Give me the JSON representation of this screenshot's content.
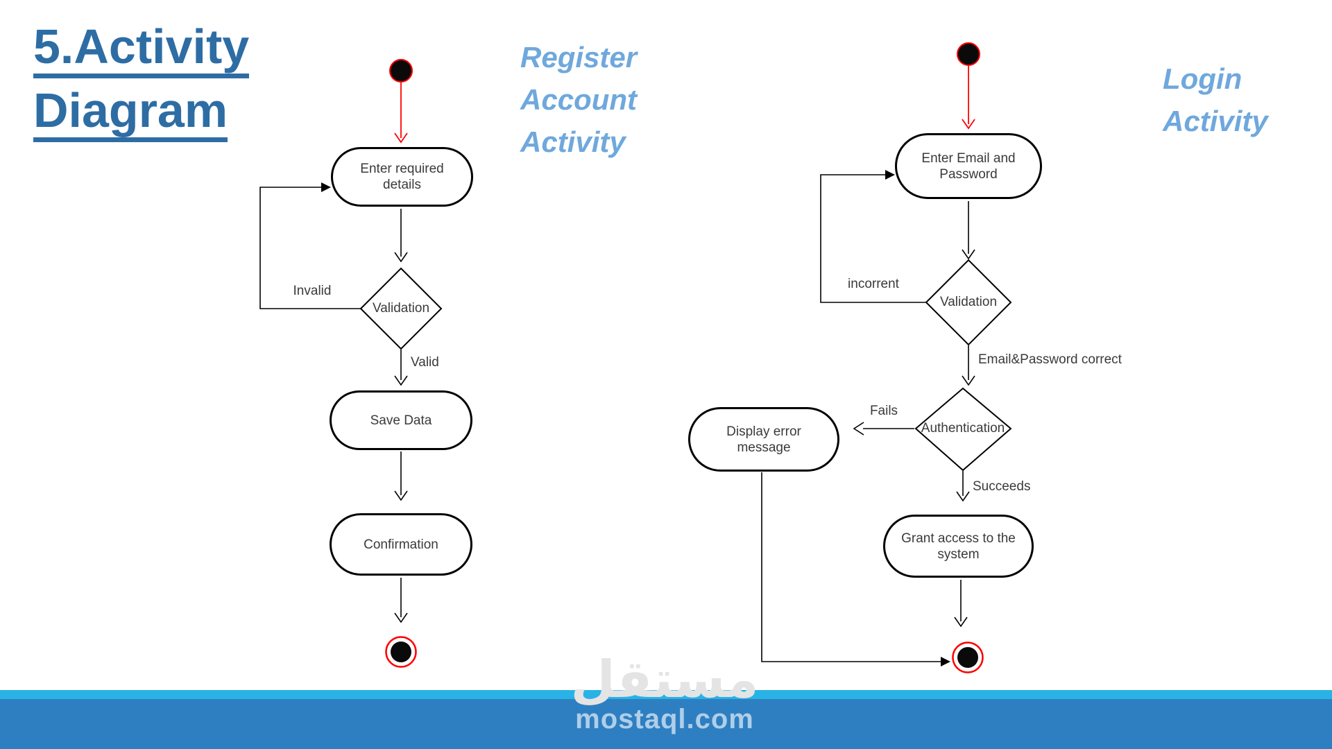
{
  "slide": {
    "title_line1": "5.Activity",
    "title_line2": "Diagram",
    "title_color": "#2E6DA4"
  },
  "headers": {
    "register": {
      "line1": "Register",
      "line2": "Account",
      "line3": "Activity"
    },
    "login": {
      "line1": "Login",
      "line2": "Activity"
    },
    "color": "#6FA8DC"
  },
  "register_diagram": {
    "nodes": {
      "enter_details": "Enter required details",
      "validation": "Validation",
      "save_data": "Save Data",
      "confirmation": "Confirmation"
    },
    "labels": {
      "invalid": "Invalid",
      "valid": "Valid"
    }
  },
  "login_diagram": {
    "nodes": {
      "enter_credentials": "Enter Email and Password",
      "validation": "Validation",
      "authentication": "Authentication",
      "display_error": "Display error message",
      "grant_access": "Grant access to the system"
    },
    "labels": {
      "incorrect": "incorrent",
      "correct": "Email&Password correct",
      "fails": "Fails",
      "succeeds": "Succeeds"
    }
  },
  "watermark": {
    "logo_text": "مستقل",
    "domain": "mostaql.com"
  },
  "footer": {
    "accent_color": "#29B2E6",
    "bar_color": "#2E7FC2"
  },
  "diagram_colors": {
    "start_end_ring": "#FF0000",
    "node_fill": "#000000",
    "stroke": "#000000",
    "text": "#3a3a3a"
  }
}
